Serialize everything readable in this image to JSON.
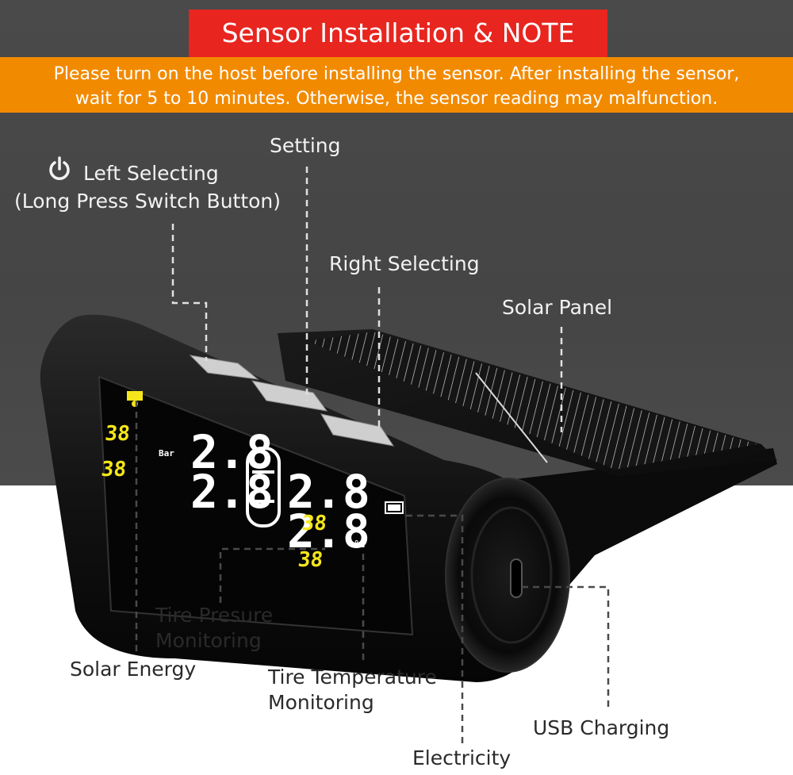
{
  "title": "Sensor Installation & NOTE",
  "note": {
    "line1": "Please turn on the host before installing the sensor. After installing the sensor,",
    "line2": "wait for 5 to 10 minutes. Otherwise, the sensor reading may malfunction."
  },
  "labels": {
    "setting": "Setting",
    "left_selecting": "Left Selecting",
    "left_selecting_sub": "(Long Press Switch Button)",
    "right_selecting": "Right Selecting",
    "solar_panel": "Solar Panel",
    "tire_pressure_1": "Tire Presure",
    "tire_pressure_2": "Monitoring",
    "solar_energy": "Solar Energy",
    "tire_temp_1": "Tire Temperature",
    "tire_temp_2": "Monitoring",
    "usb_charging": "USB Charging",
    "electricity": "Electricity"
  },
  "display": {
    "pressure_main": "2.8",
    "small_reading": "38",
    "unit_bar": "Bar",
    "unit_celsius": "°C"
  },
  "colors": {
    "title_bg": "#e8251f",
    "note_bg": "#f28a00",
    "lcd_white": "#ffffff",
    "lcd_yellow": "#f4e61a"
  },
  "icons": [
    "power-icon",
    "car-icon",
    "battery-icon"
  ]
}
